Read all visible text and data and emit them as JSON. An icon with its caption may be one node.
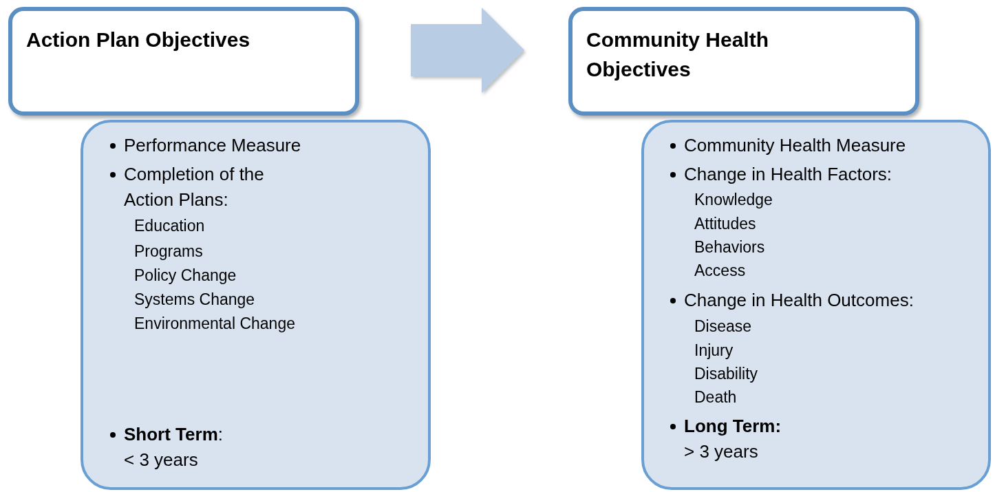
{
  "diagram": {
    "nodes": [
      {
        "text": [
          "Action Plan Objectives"
        ]
      },
      {
        "text": [
          "Performance Measure",
          "Completion of the Action Plans:",
          "Education",
          "Programs",
          "Policy Change",
          "Systems Change",
          "Environmental Change",
          "**Short Term**:",
          "< 3 years"
        ]
      },
      {
        "text": [
          "Community Health Objectives"
        ]
      },
      {
        "text": [
          "Community Health Measure",
          "Change in Health Factors:",
          "Knowledge",
          "Attitudes",
          "Behaviors",
          "Access",
          "Change in Health Outcomes:",
          "Disease",
          "Injury",
          "Disability",
          "Death",
          "Long Term:",
          "> 3 years"
        ]
      }
    ],
    "edges": [
      {
        "from": 0,
        "to": 2,
        "arrow": "to",
        "style": "thick"
      }
    ]
  }
}
